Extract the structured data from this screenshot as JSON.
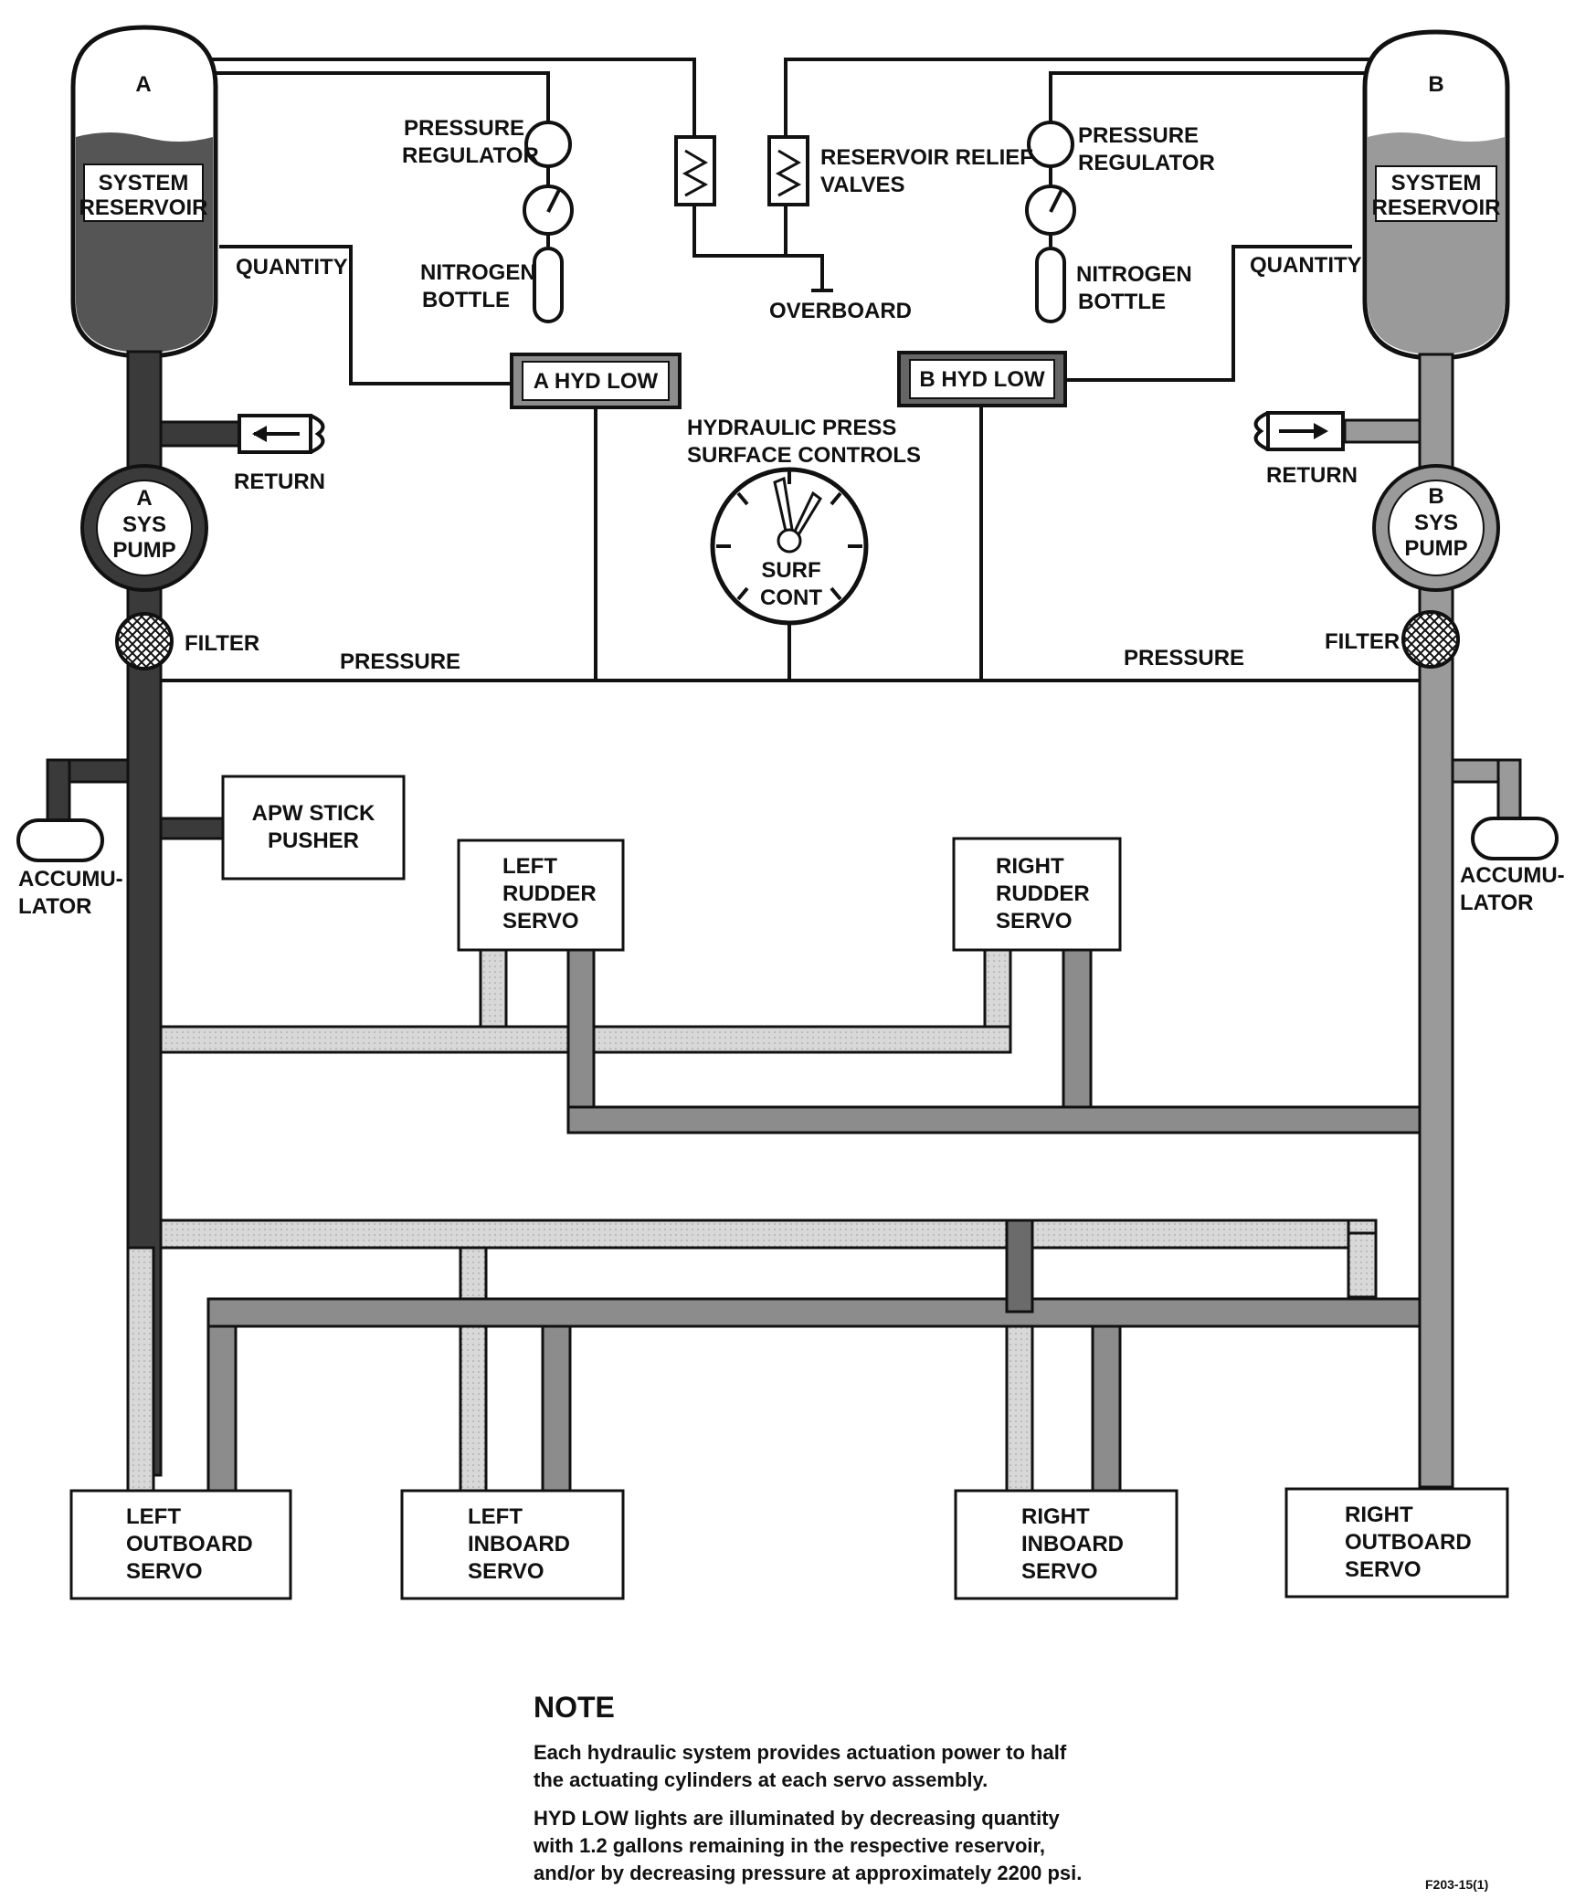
{
  "reservoir_a": {
    "letter": "A",
    "label_line1": "SYSTEM",
    "label_line2": "RESERVOIR",
    "quantity_label": "QUANTITY",
    "return_label": "RETURN",
    "pump_line1": "A",
    "pump_line2": "SYS",
    "pump_line3": "PUMP",
    "filter_label": "FILTER",
    "pressure_label": "PRESSURE",
    "accumulator_line1": "ACCUMU-",
    "accumulator_line2": "LATOR",
    "fill_color": "#555555"
  },
  "reservoir_b": {
    "letter": "B",
    "label_line1": "SYSTEM",
    "label_line2": "RESERVOIR",
    "quantity_label": "QUANTITY",
    "return_label": "RETURN",
    "pump_line1": "B",
    "pump_line2": "SYS",
    "pump_line3": "PUMP",
    "filter_label": "FILTER",
    "pressure_label": "PRESSURE",
    "accumulator_line1": "ACCUMU-",
    "accumulator_line2": "LATOR",
    "fill_color": "#9a9a9a"
  },
  "top": {
    "pressure_regulator_left_line1": "PRESSURE",
    "pressure_regulator_left_line2": "REGULATOR",
    "nitrogen_bottle_left_line1": "NITROGEN",
    "nitrogen_bottle_left_line2": "BOTTLE",
    "relief_valves_line1": "RESERVOIR RELIEF",
    "relief_valves_line2": "VALVES",
    "overboard": "OVERBOARD",
    "pressure_regulator_right_line1": "PRESSURE",
    "pressure_regulator_right_line2": "REGULATOR",
    "nitrogen_bottle_right_line1": "NITROGEN",
    "nitrogen_bottle_right_line2": "BOTTLE"
  },
  "lights": {
    "a_hyd_low": "A HYD LOW",
    "b_hyd_low": "B HYD LOW"
  },
  "gauge": {
    "title_line1": "HYDRAULIC PRESS",
    "title_line2": "SURFACE CONTROLS",
    "face_line1": "SURF",
    "face_line2": "CONT"
  },
  "boxes": {
    "apw_line1": "APW STICK",
    "apw_line2": "PUSHER",
    "left_rudder_line1": "LEFT",
    "left_rudder_line2": "RUDDER",
    "left_rudder_line3": "SERVO",
    "right_rudder_line1": "RIGHT",
    "right_rudder_line2": "RUDDER",
    "right_rudder_line3": "SERVO",
    "left_outboard_line1": "LEFT",
    "left_outboard_line2": "OUTBOARD",
    "left_outboard_line3": "SERVO",
    "left_inboard_line1": "LEFT",
    "left_inboard_line2": "INBOARD",
    "left_inboard_line3": "SERVO",
    "right_inboard_line1": "RIGHT",
    "right_inboard_line2": "INBOARD",
    "right_inboard_line3": "SERVO",
    "right_outboard_line1": "RIGHT",
    "right_outboard_line2": "OUTBOARD",
    "right_outboard_line3": "SERVO"
  },
  "note": {
    "title": "NOTE",
    "p1_line1": "Each hydraulic system provides actuation power to half",
    "p1_line2": "the actuating cylinders at each servo assembly.",
    "p2_line1": "HYD LOW lights are illuminated by decreasing quantity",
    "p2_line2": "with 1.2 gallons remaining in the respective reservoir,",
    "p2_line3": "and/or by decreasing pressure at approximately 2200 psi."
  },
  "figure_ref": "F203-15(1)",
  "colors": {
    "line": "#111111",
    "pipe_a_dark": "#3a3a3a",
    "pipe_mid": "#8c8c8c",
    "pipe_light": "#d4d4d4"
  }
}
